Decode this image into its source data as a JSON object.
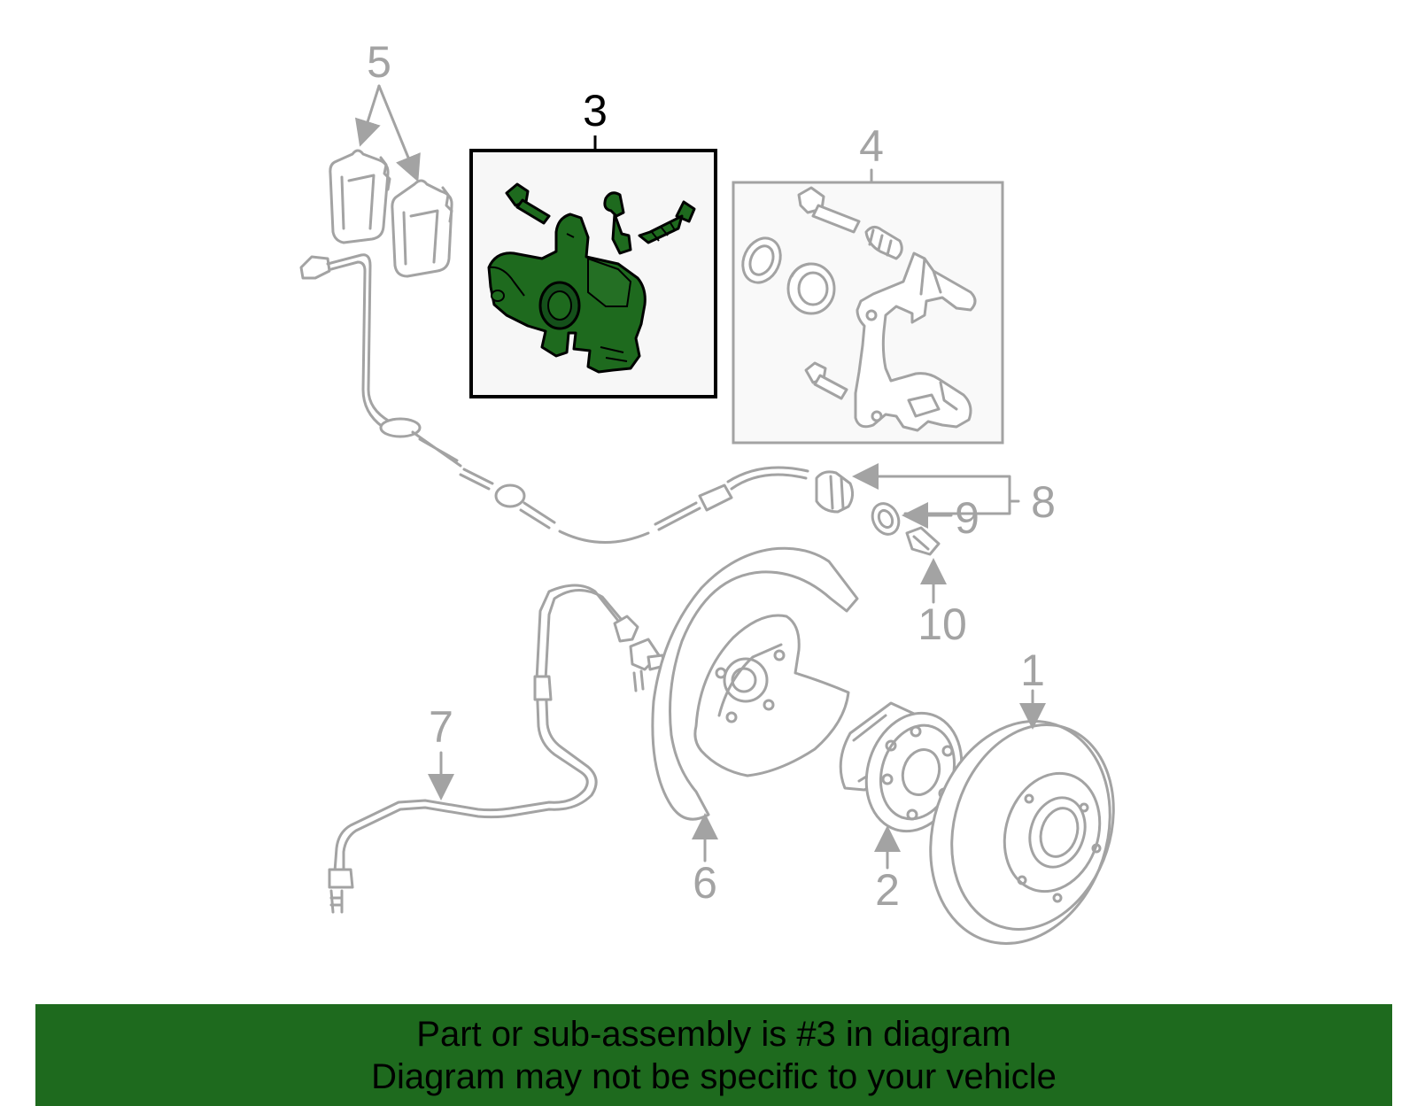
{
  "colors": {
    "highlight": "#1e6a1e",
    "banner": "#1e6a1e",
    "parts_outline": "#a3a3a3",
    "selected_outline": "#000000"
  },
  "callouts": {
    "c1": "1",
    "c2": "2",
    "c3": "3",
    "c4": "4",
    "c5": "5",
    "c6": "6",
    "c7": "7",
    "c8": "8",
    "c9": "9",
    "c10": "10"
  },
  "highlighted_part": "3",
  "banner": {
    "line1": "Part or sub-assembly is #3 in diagram",
    "line2": "Diagram may not be specific to your vehicle"
  }
}
